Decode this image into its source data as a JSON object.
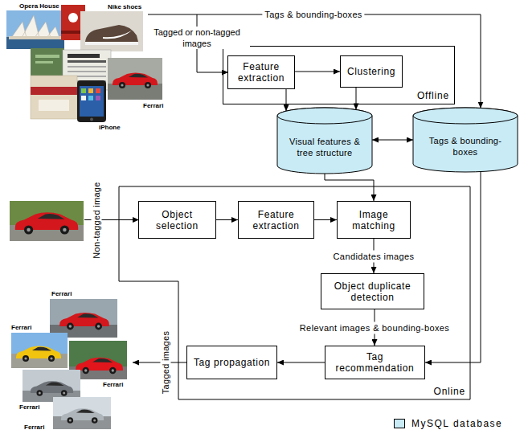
{
  "diagram": {
    "nodes": [
      {
        "text": [
          "Offline"
        ]
      },
      {
        "text": [
          "Feature extraction"
        ],
        "in": 0
      },
      {
        "text": [
          "Clustering"
        ],
        "in": 0
      },
      {
        "text": [
          "Visual features & tree structure"
        ]
      },
      {
        "text": [
          "Tags & bounding-boxes"
        ]
      },
      {
        "text": [
          "Online"
        ]
      },
      {
        "text": [
          "Object selection"
        ],
        "in": 5
      },
      {
        "text": [
          "Feature extraction"
        ],
        "in": 5
      },
      {
        "text": [
          "Image matching"
        ],
        "in": 5
      },
      {
        "text": [
          "Object duplicate detection"
        ],
        "in": 5
      },
      {
        "text": [
          "Tag recommendation"
        ],
        "in": 5
      },
      {
        "text": [
          "Tag propagation"
        ],
        "in": 5
      }
    ],
    "edges": [
      {
        "from": 1,
        "to": 2,
        "arrow": "to"
      },
      {
        "from": 1,
        "to": 3,
        "arrow": "to"
      },
      {
        "from": 2,
        "to": 3,
        "arrow": "to"
      },
      {
        "from": 3,
        "to": 4,
        "arrow": "both"
      },
      {
        "from": 3,
        "to": 8,
        "arrow": "to"
      },
      {
        "from": 6,
        "to": 7,
        "arrow": "to"
      },
      {
        "from": 7,
        "to": 8,
        "arrow": "to"
      },
      {
        "from": 8,
        "to": 9,
        "label": "Candidates images",
        "arrow": "to"
      },
      {
        "from": 9,
        "to": 10,
        "label": "Relevant images & bounding-boxes",
        "arrow": "to"
      },
      {
        "from": 4,
        "to": 10,
        "arrow": "to"
      },
      {
        "from": 10,
        "to": 11,
        "arrow": "to"
      }
    ],
    "labels": [
      "Opera House",
      "Nike shoes",
      "Tags & bounding-boxes",
      "Tagged or non-tagged images",
      "Ferrari",
      "iPhone",
      "Non-tagged image",
      "Ferrari",
      "Ferrari",
      "Tagged images",
      "Ferrari",
      "Ferrari",
      "Ferrari"
    ],
    "legend": [
      {
        "text": "MySQL database",
        "color": "#c9ebf6"
      }
    ]
  }
}
